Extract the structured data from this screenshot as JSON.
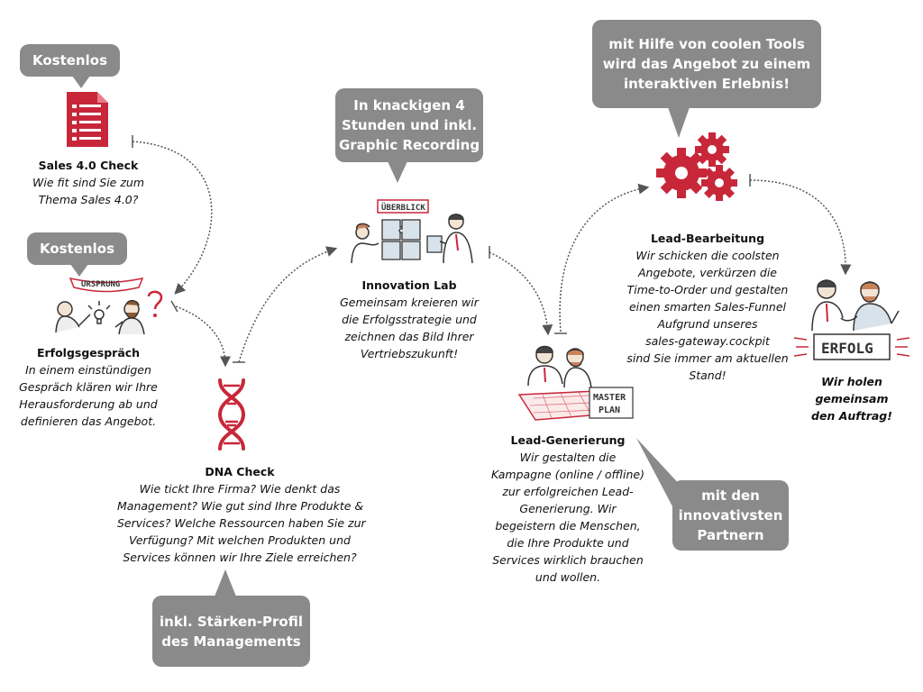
{
  "colors": {
    "accent": "#c8273a",
    "bubble": "#8a8a8a",
    "ink": "#333333"
  },
  "bubbles": {
    "kostenlos_1": {
      "lines": [
        "Kostenlos"
      ]
    },
    "kostenlos_2": {
      "lines": [
        "Kostenlos"
      ]
    },
    "innovation": {
      "lines": [
        "In knackigen 4",
        "Stunden und inkl.",
        "Graphic Recording"
      ]
    },
    "tools": {
      "lines": [
        "mit  Hilfe von coolen Tools",
        "wird das Angebot zu einem",
        "interaktiven Erlebnis!"
      ]
    },
    "partner": {
      "lines": [
        "mit den",
        "innovativsten",
        "Partnern"
      ]
    },
    "profil": {
      "lines": [
        "inkl. Stärken-Profil",
        "des Managements"
      ]
    }
  },
  "steps": {
    "sales_check": {
      "title": "Sales 4.0 Check",
      "desc": [
        "Wie fit sind Sie zum",
        "Thema Sales 4.0?"
      ]
    },
    "erfolgsgespraech": {
      "title": "Erfolgsgespräch",
      "desc": [
        "In einem einstündigen",
        "Gespräch klären wir Ihre",
        "Herausforderung ab und",
        "definieren das Angebot."
      ]
    },
    "dna": {
      "title": "DNA Check",
      "desc": [
        "Wie tickt Ihre Firma? Wie denkt das",
        "Management? Wie gut sind Ihre Produkte &",
        "Services? Welche Ressourcen haben Sie zur",
        "Verfügung? Mit welchen Produkten und",
        "Services können wir Ihre Ziele erreichen?"
      ]
    },
    "innovation_lab": {
      "title": "Innovation Lab",
      "desc": [
        "Gemeinsam kreieren wir",
        "die Erfolgsstrategie und",
        "zeichnen das Bild Ihrer",
        "Vertriebszukunft!"
      ]
    },
    "lead_gen": {
      "title": "Lead-Generierung",
      "desc": [
        "Wir gestalten die",
        "Kampagne (online / offline)",
        "zur erfolgreichen Lead-",
        "Generierung. Wir",
        "begeistern die Menschen,",
        "die Ihre Produkte und",
        "Services wirklich brauchen",
        "und wollen."
      ]
    },
    "lead_bearb": {
      "title": "Lead-Bearbeitung",
      "desc": [
        "Wir schicken die coolsten",
        "Angebote, verkürzen die",
        "Time-to-Order und gestalten",
        "einen smarten Sales-Funnel",
        "Aufgrund unseres",
        "sales-gateway.cockpit",
        "sind Sie immer am aktuellen",
        "Stand!"
      ]
    },
    "auftrag": {
      "title_lines": [
        "Wir holen",
        "gemeinsam",
        "den Auftrag!"
      ]
    }
  },
  "labels": {
    "ursprung": "URSPRUNG",
    "ueberblick": "ÜBERBLICK",
    "master_plan": [
      "MASTER",
      "PLAN"
    ],
    "erfolg": "ERFOLG"
  },
  "icons": [
    "checklist-icon",
    "dna-icon",
    "gears-icon",
    "question-mark-icon",
    "lightbulb-icon",
    "puzzle-icon"
  ]
}
